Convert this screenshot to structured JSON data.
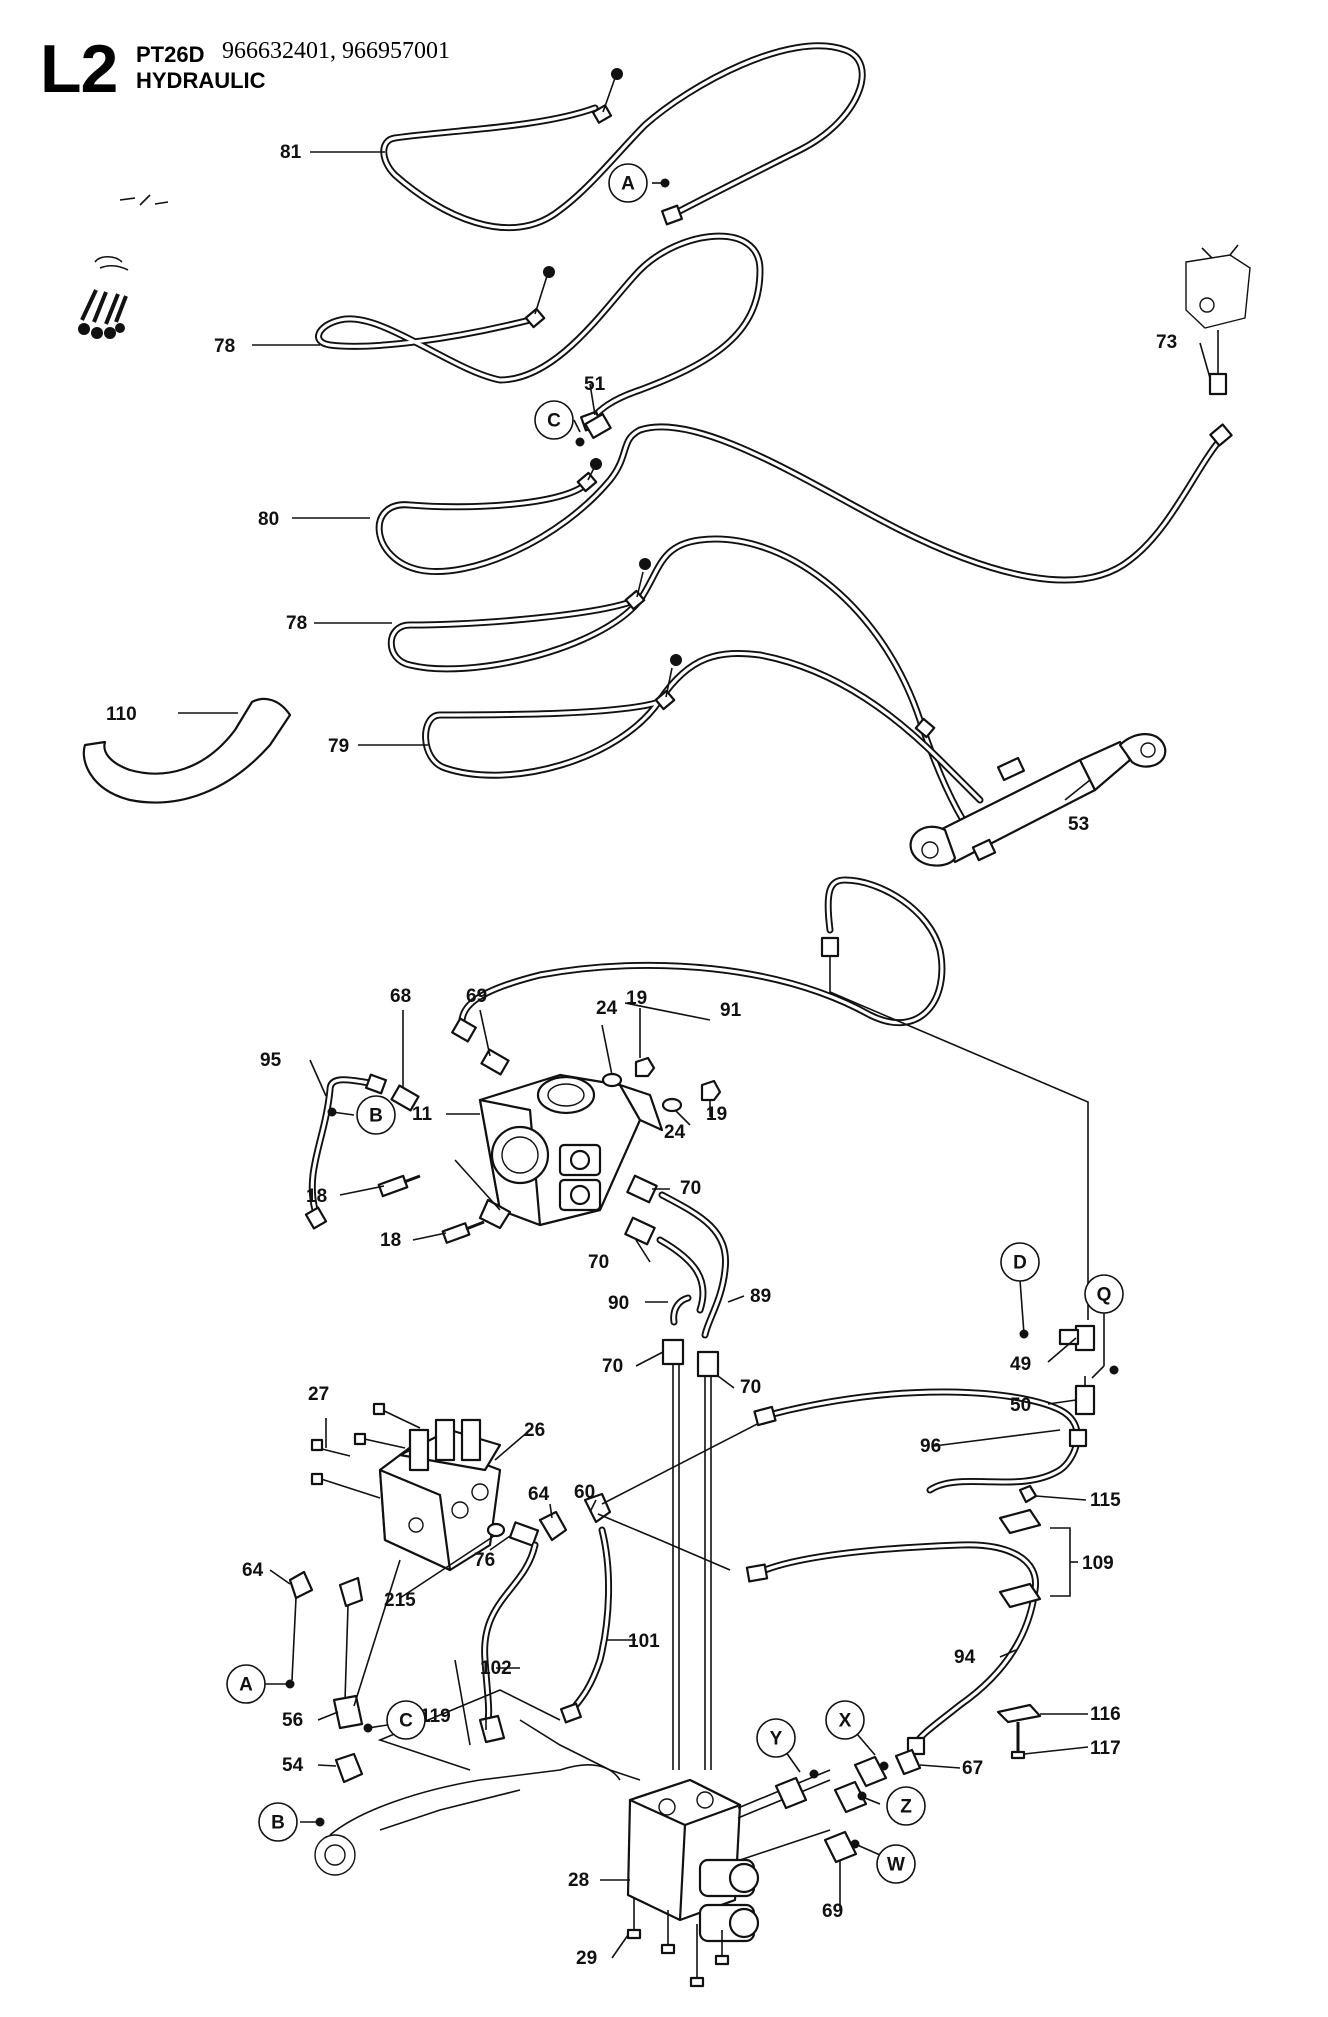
{
  "header": {
    "page_code": "L2",
    "model": "PT26D",
    "part_numbers": "966632401, 966957001",
    "section": "HYDRAULIC"
  },
  "callouts": [
    {
      "label": "81"
    },
    {
      "label": "78"
    },
    {
      "label": "51"
    },
    {
      "label": "73"
    },
    {
      "label": "80"
    },
    {
      "label": "78"
    },
    {
      "label": "110"
    },
    {
      "label": "79"
    },
    {
      "label": "53"
    },
    {
      "label": "68"
    },
    {
      "label": "69"
    },
    {
      "label": "24"
    },
    {
      "label": "19"
    },
    {
      "label": "91"
    },
    {
      "label": "95"
    },
    {
      "label": "11"
    },
    {
      "label": "19"
    },
    {
      "label": "24"
    },
    {
      "label": "70"
    },
    {
      "label": "18"
    },
    {
      "label": "18"
    },
    {
      "label": "70"
    },
    {
      "label": "90"
    },
    {
      "label": "89"
    },
    {
      "label": "70"
    },
    {
      "label": "70"
    },
    {
      "label": "49"
    },
    {
      "label": "50"
    },
    {
      "label": "27"
    },
    {
      "label": "26"
    },
    {
      "label": "64"
    },
    {
      "label": "60"
    },
    {
      "label": "96"
    },
    {
      "label": "115"
    },
    {
      "label": "64"
    },
    {
      "label": "76"
    },
    {
      "label": "215"
    },
    {
      "label": "109"
    },
    {
      "label": "101"
    },
    {
      "label": "102"
    },
    {
      "label": "94"
    },
    {
      "label": "56"
    },
    {
      "label": "119"
    },
    {
      "label": "116"
    },
    {
      "label": "117"
    },
    {
      "label": "54"
    },
    {
      "label": "67"
    },
    {
      "label": "28"
    },
    {
      "label": "69"
    },
    {
      "label": "29"
    }
  ],
  "connectors": [
    {
      "label": "A"
    },
    {
      "label": "C"
    },
    {
      "label": "B"
    },
    {
      "label": "D"
    },
    {
      "label": "Q"
    },
    {
      "label": "A"
    },
    {
      "label": "C"
    },
    {
      "label": "B"
    },
    {
      "label": "Y"
    },
    {
      "label": "X"
    },
    {
      "label": "Z"
    },
    {
      "label": "W"
    }
  ]
}
